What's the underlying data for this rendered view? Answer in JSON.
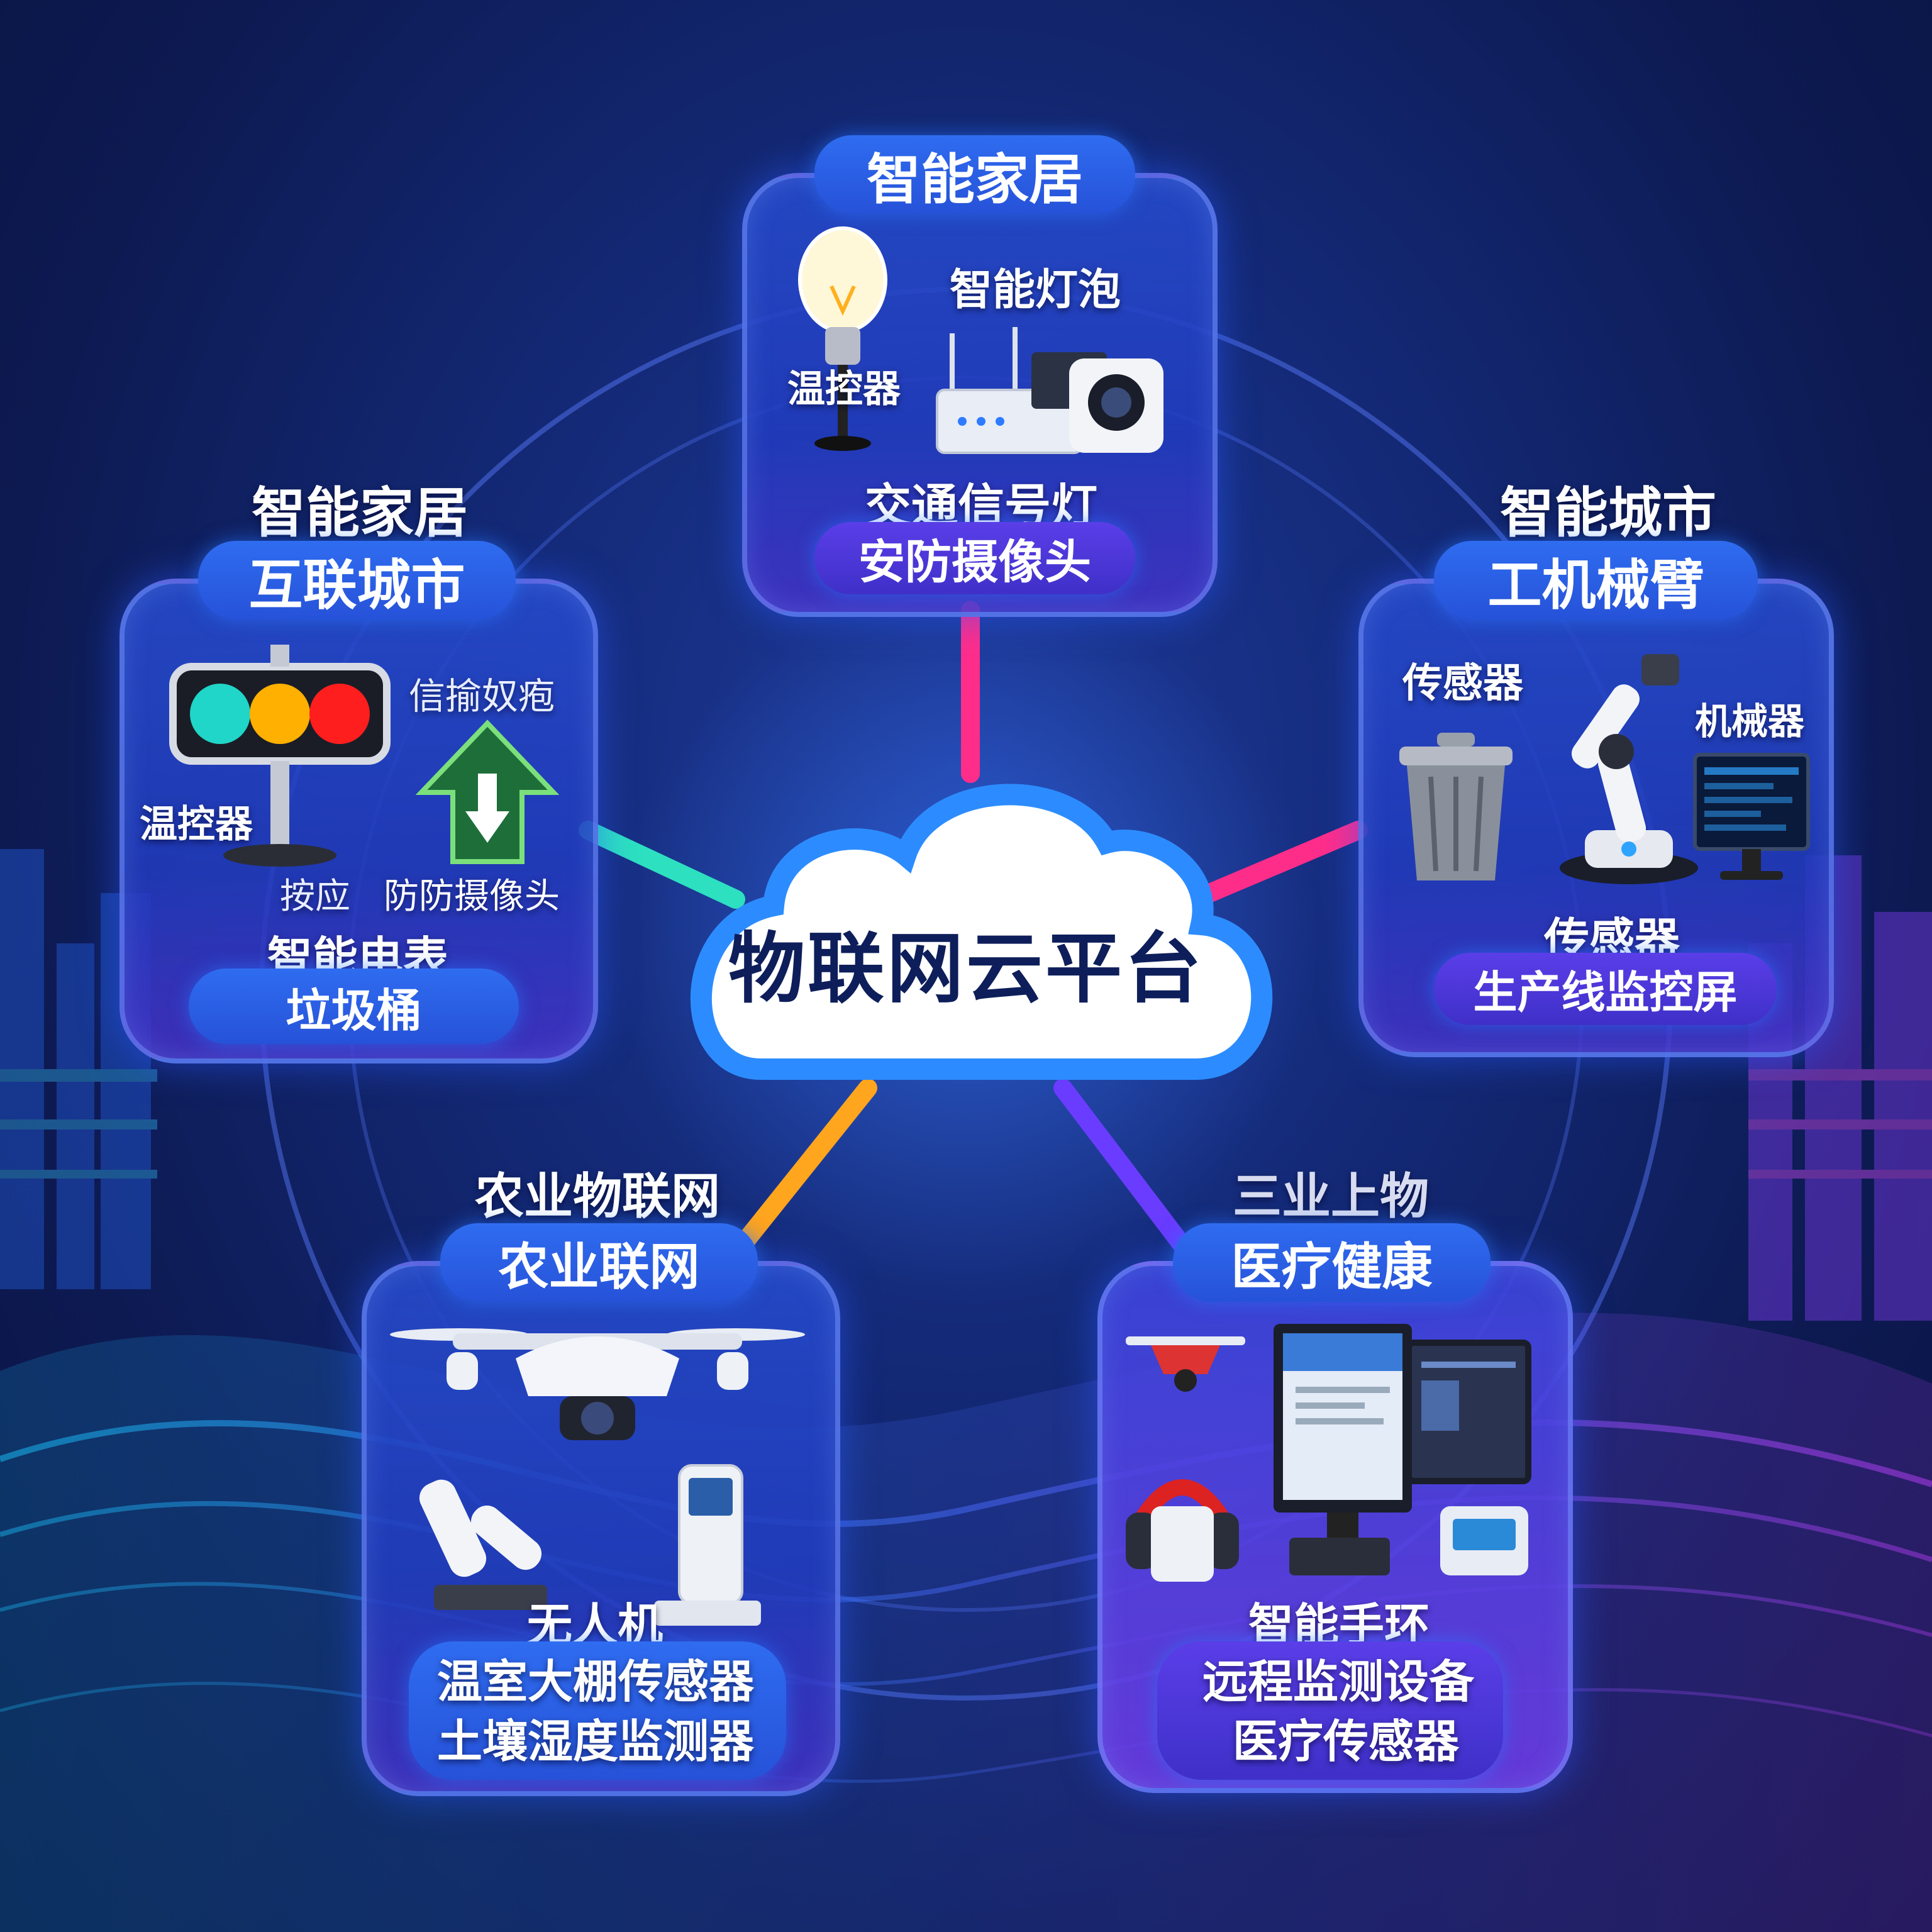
{
  "center": {
    "label": "物联网云平台"
  },
  "top": {
    "header": "智能家居",
    "label_bulb": "智能灯泡",
    "label_thermo": "温控器",
    "footer_line1": "交通信号灯",
    "footer_line2": "安防摄像头"
  },
  "left": {
    "title": "智能家居",
    "header": "互联城市",
    "label_garbled": "信揄奴疱",
    "label_thermo": "温控器",
    "label_sense": "按应",
    "label_cam": "防防摄像头",
    "footer_line1": "智能电表",
    "footer_line2": "垃圾桶"
  },
  "right": {
    "title": "智能城市",
    "header": "工机械臂",
    "label_sensor": "传感器",
    "label_machine": "机械器",
    "footer_line1": "传感器",
    "footer_line2": "生产线监控屏"
  },
  "bottom_left": {
    "title": "农业物联网",
    "header": "农业联网",
    "footer_line1": "无人机",
    "footer_line2": "温室大棚传感器",
    "footer_line3": "土壤湿度监测器"
  },
  "bottom_right": {
    "title": "三业上物",
    "header": "医疗健康",
    "footer_line1": "智能手环",
    "footer_line2": "远程监测设备",
    "footer_line3": "医疗传感器"
  },
  "colors": {
    "link_top": "#ff2d8a",
    "link_left": "#2de0c0",
    "link_right": "#ff2d8a",
    "link_bottom_left": "#ffa51e",
    "link_bottom_right": "#6a3cff"
  }
}
